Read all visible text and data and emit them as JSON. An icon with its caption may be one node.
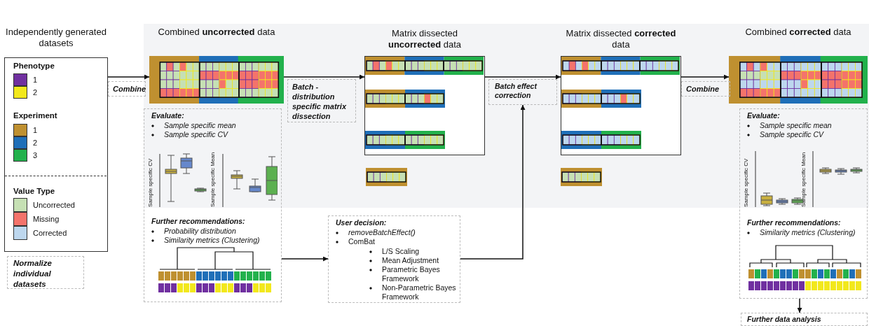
{
  "diagram": {
    "nodes": [
      {
        "text": [
          "Independently generated datasets"
        ]
      },
      {
        "text": [
          "Normalize individual datasets"
        ]
      },
      {
        "text": [
          "Combined **uncorrected** data"
        ]
      },
      {
        "text": [
          "Evaluate:",
          "Sample specific mean",
          "Sample specific CV",
          "Sample specific CV",
          "Sample specific Mean",
          "Further recommendations:",
          "Probability distribution",
          "Similarity metrics (Clustering)"
        ]
      },
      {
        "text": [
          "Matrix dissected **uncorrected** data"
        ]
      },
      {
        "text": [
          "User decision:",
          "removeBatchEffect()",
          "ComBat",
          "L/S Scaling",
          "Mean Adjustment",
          "Parametric Bayes Framework",
          "Non-Parametric Bayes Framework"
        ]
      },
      {
        "text": [
          "Batch effect correction"
        ]
      },
      {
        "text": [
          "Matrix dissected **corrected** data"
        ]
      },
      {
        "text": [
          "Combined **corrected** data"
        ]
      },
      {
        "text": [
          "Evaluate:",
          "Sample specific mean",
          "Sample specific CV",
          "Sample specific CV",
          "Sample specific Mean",
          "Further recommendations:",
          "Similarity metrics (Clustering)"
        ]
      },
      {
        "text": [
          "Further data analysis"
        ]
      }
    ],
    "edges": [
      {
        "from": 0,
        "to": 2,
        "arrow": "to",
        "label": "Combine"
      },
      {
        "from": 2,
        "to": 4,
        "arrow": "to",
        "label": "Batch - distribution specific matrix dissection"
      },
      {
        "from": 3,
        "to": 5,
        "arrow": "to"
      },
      {
        "from": 4,
        "to": 7,
        "arrow": "to"
      },
      {
        "from": 5,
        "to": 6,
        "arrow": "to"
      },
      {
        "from": 7,
        "to": 8,
        "arrow": "to",
        "label": "Combine"
      },
      {
        "from": 9,
        "to": 10,
        "arrow": "to"
      }
    ],
    "labels": [
      "Phenotype",
      "Experiment",
      "Value Type"
    ],
    "legend": [
      {
        "text": "1",
        "color": "#7030a0"
      },
      {
        "text": "2",
        "color": "#f2e81c"
      },
      {
        "text": "1",
        "color": "#bf9030"
      },
      {
        "text": "2",
        "color": "#1f6fb8"
      },
      {
        "text": "3",
        "color": "#22b14c"
      },
      {
        "text": "Uncorrected",
        "color": "#c6e0b4"
      },
      {
        "text": "Missing",
        "color": "#f4736b"
      },
      {
        "text": "Corrected",
        "color": "#bdd7ee"
      }
    ]
  }
}
